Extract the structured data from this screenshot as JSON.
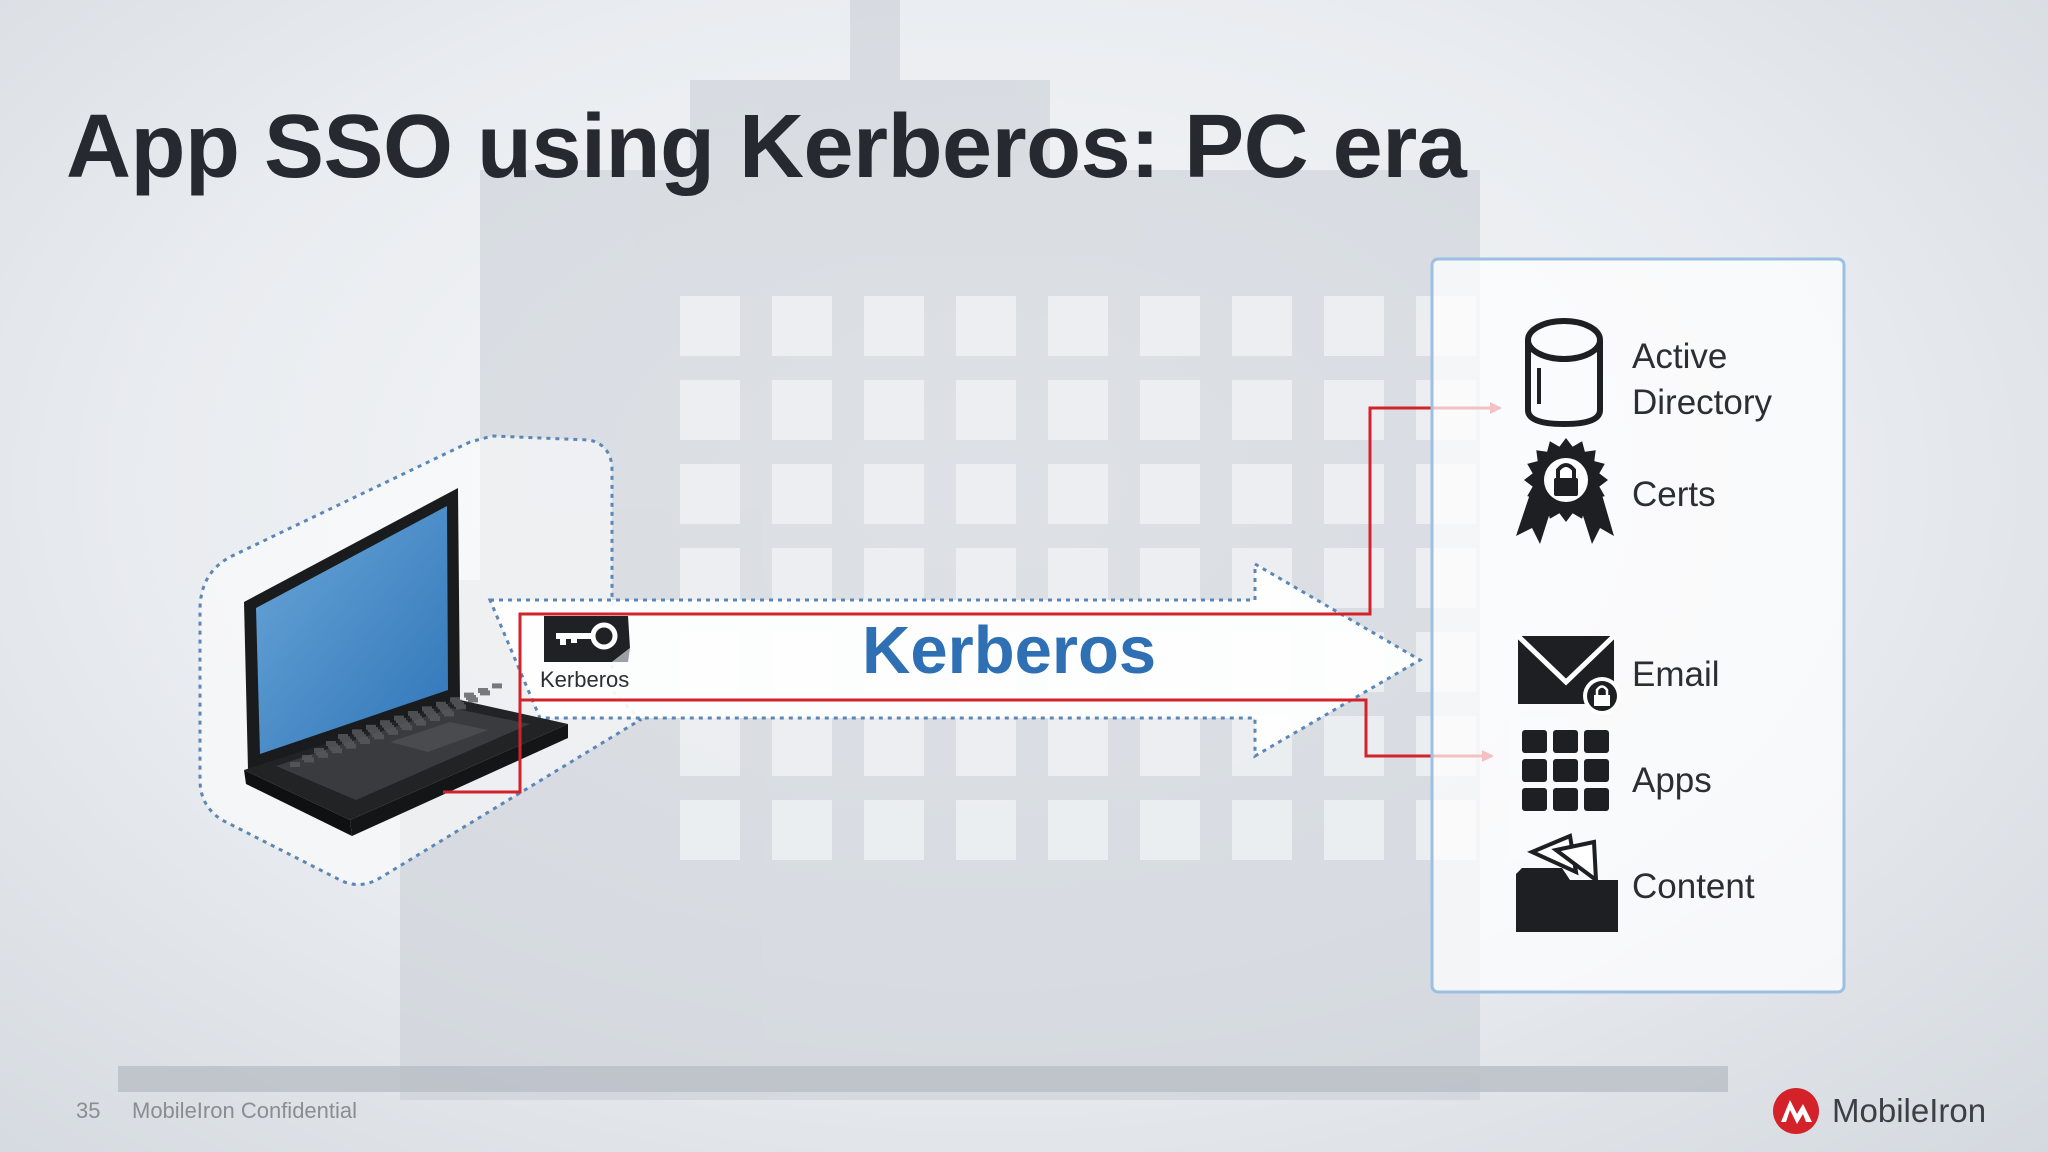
{
  "slide": {
    "title": "App SSO using Kerberos: PC era",
    "page_number": "35",
    "confidential": "MobileIron Confidential",
    "brand": "MobileIron"
  },
  "diagram": {
    "key_caption": "Kerberos",
    "banner_text": "Kerberos",
    "resources": [
      {
        "label": "Active Directory",
        "icon": "database-icon"
      },
      {
        "label": "Certs",
        "icon": "certificate-badge-icon"
      },
      {
        "label": "Email",
        "icon": "locked-email-icon"
      },
      {
        "label": "Apps",
        "icon": "apps-grid-icon"
      },
      {
        "label": "Content",
        "icon": "folder-icon"
      }
    ],
    "colors": {
      "arrow_red": "#d3222a",
      "banner_blue": "#2f6fb4",
      "dotted_outline": "#5b86b5",
      "brand_red": "#d3222a"
    }
  }
}
